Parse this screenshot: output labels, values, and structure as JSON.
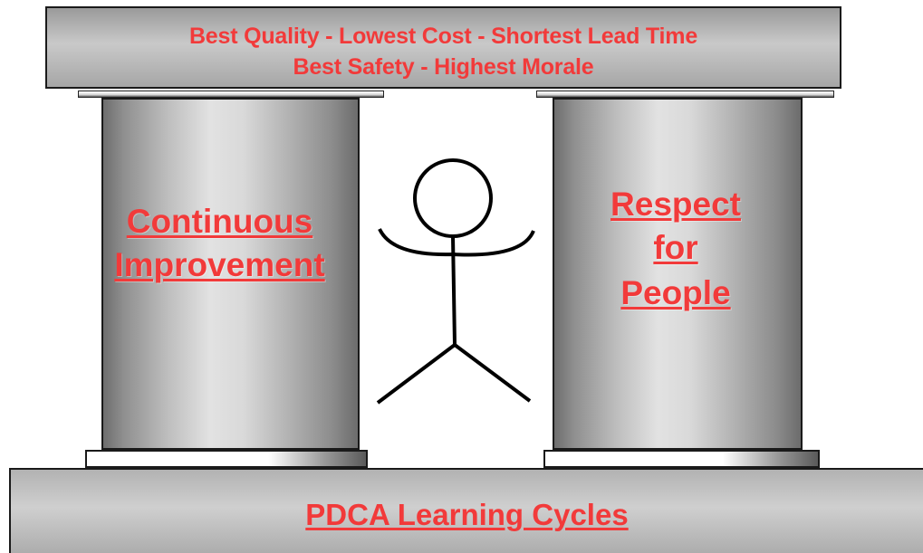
{
  "roof": {
    "line1": "Best Quality - Lowest Cost - Shortest Lead Time",
    "line2": "Best Safety - Highest Morale"
  },
  "pillars": {
    "left": {
      "line1": "Continuous",
      "line2": "Improvement"
    },
    "right": {
      "line1": "Respect",
      "line2": "for",
      "line3": "People"
    }
  },
  "foundation": {
    "label": "PDCA Learning Cycles"
  },
  "colors": {
    "text_accent": "#f23a3a",
    "structure_gray": "#b8b8b8",
    "outline": "#1a1a1a"
  },
  "icons": {
    "figure": "stick-figure-icon"
  }
}
